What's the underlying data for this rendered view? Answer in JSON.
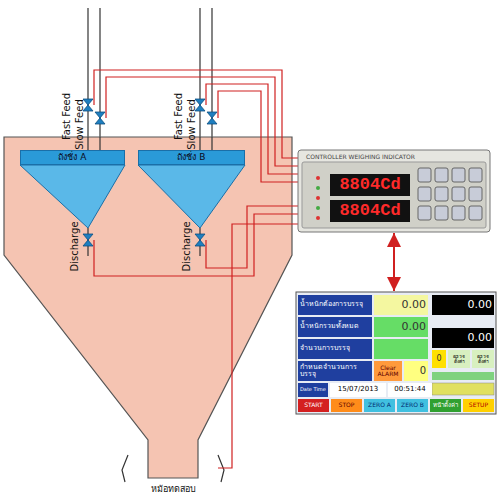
{
  "diagram": {
    "nodes": [
      {
        "text": [
          "ถังชั่ง A"
        ]
      },
      {
        "text": [
          "ถังชั่ง B"
        ]
      },
      {
        "text": [
          "CONTROLLER WEIGHING INDICATOR",
          "8804Cd",
          "8804Cd"
        ]
      },
      {
        "text": [
          "น้ำหนักต้องการบรรจุ",
          "0.00",
          "น้ำหนักรวมทั้งหมด",
          "0.00",
          "จำนวนการบรรจุ",
          "กำหนดจำนวนการบรรจุ",
          "Clear ALARM",
          "0",
          "0.00",
          "0.00",
          "0",
          "ตรวจ ตั้งค่า",
          "ตรวจ ตั้งค่า",
          "Date Time",
          "15/07/2013",
          "00:51:44",
          "START",
          "STOP",
          "ZERO A",
          "ZERO B",
          "หน้าตั้งค่า",
          "SETUP"
        ]
      }
    ],
    "edges": [
      {
        "from": 2,
        "to": 3,
        "arrow": "both"
      }
    ],
    "labels": [
      "Fast Feed",
      "Slow Feed",
      "Fast Feed",
      "Slow Feed",
      "Discharge",
      "Discharge",
      "หม้อทดสอบ"
    ]
  }
}
